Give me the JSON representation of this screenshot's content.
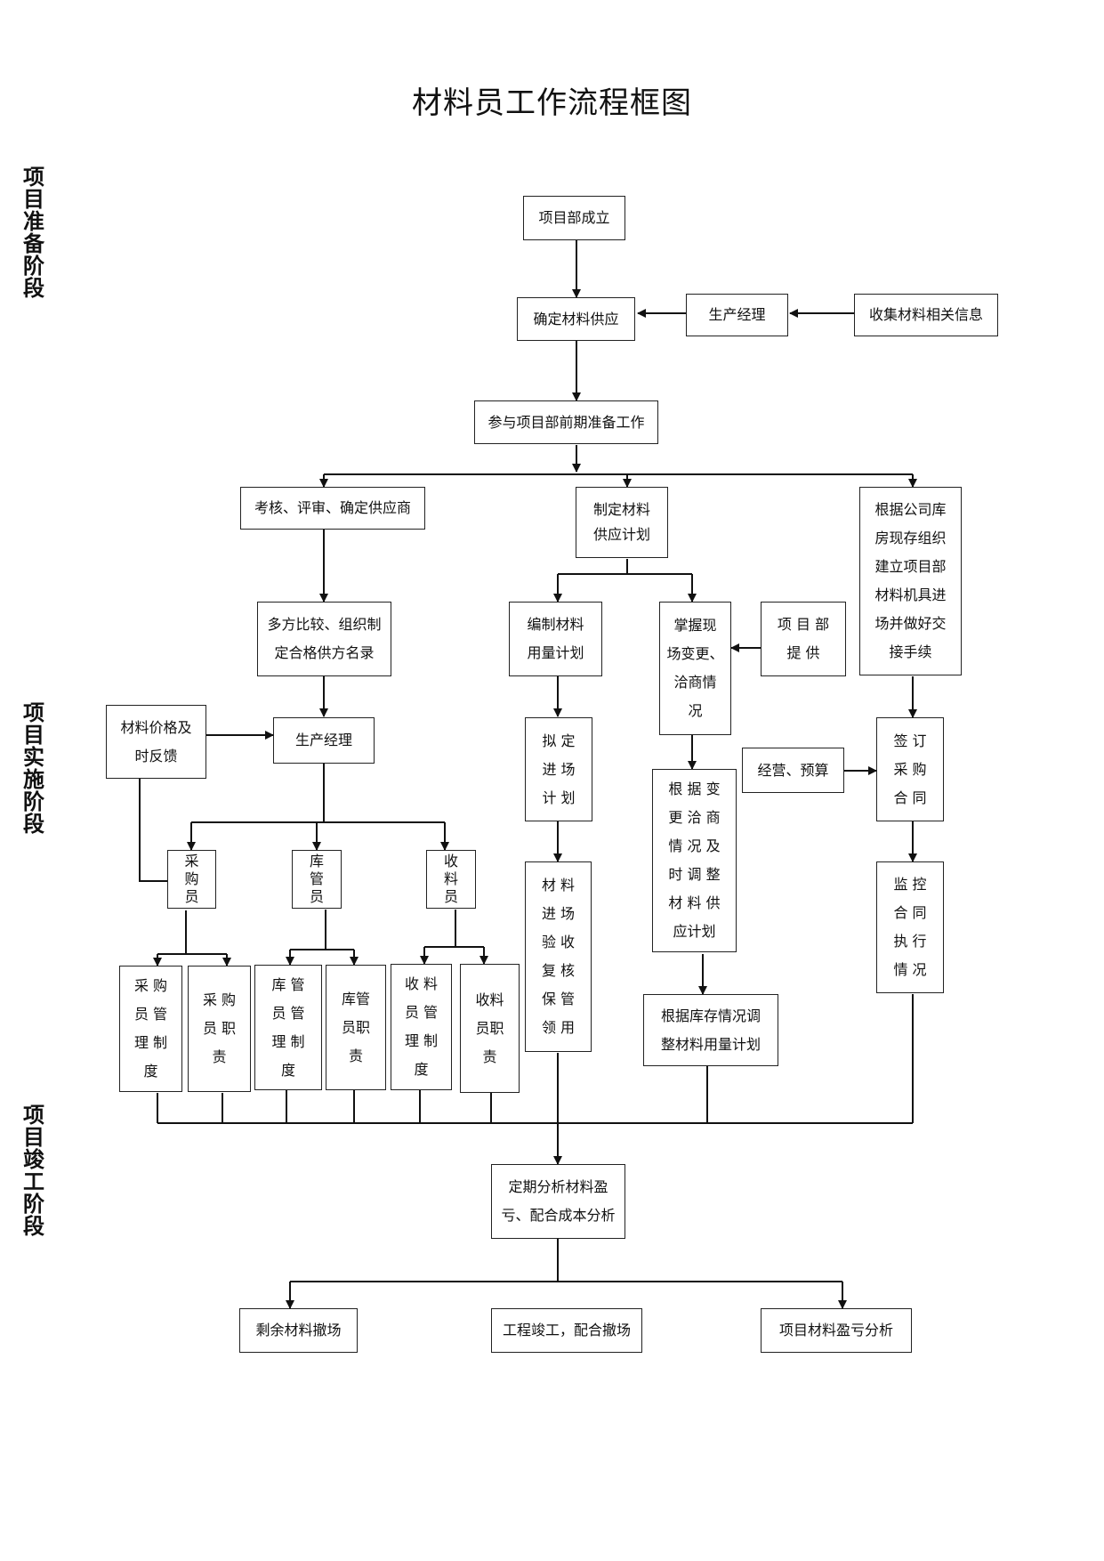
{
  "title": "材料员工作流程框图",
  "phases": {
    "prep": "项\n目\n准\n备\n阶\n段",
    "impl": "项\n目\n实\n施\n阶\n段",
    "done": "项\n目\n竣\n工\n阶\n段"
  },
  "nodes": {
    "n_setup": "项目部成立",
    "n_confirm": "确定材料供应",
    "n_pm1": "生产经理",
    "n_collect": "收集材料相关信息",
    "n_prework": "参与项目部前期准备工作",
    "n_evaluate": "考核、评审、确定供应商",
    "n_plan": "制定材料\n供应计划",
    "n_warehouse": "根据公司库\n房现存组织\n建立项目部\n材料机具进\n场并做好交\n接手续",
    "n_compare": "多方比较、组织制\n定合格供方名录",
    "n_usage": "编制材料\n用量计划",
    "n_grasp": "掌握现\n场变更、\n洽商情\n况",
    "n_projdept": "项 目 部\n提 供",
    "n_price": "材料价格及\n时反馈",
    "n_pm2": "生产经理",
    "n_entryplan": "拟  定\n进  场\n计  划",
    "n_adjust": "根 据 变\n更 洽 商\n情 况 及\n时 调 整\n材 料 供\n应计划",
    "n_ops": "经营、预算",
    "n_sign": "签  订\n采  购\n合  同",
    "n_buyer": "采\n购\n员",
    "n_keeper": "库\n管\n员",
    "n_receiver": "收\n料\n员",
    "n_inspect": "材  料\n进  场\n验  收\n复  核\n保  管\n领  用",
    "n_monitor": "监  控\n合  同\n执  行\n情  况",
    "n_buyer_sys": "采 购\n员 管\n理 制\n度",
    "n_buyer_duty": "采 购\n员 职\n责",
    "n_keeper_sys": "库  管\n员  管\n理  制\n度",
    "n_keeper_duty": "库管\n员职\n责",
    "n_recv_sys": "收 料\n员 管\n理 制\n度",
    "n_recv_duty": "收料\n员职\n责",
    "n_stock": "根据库存情况调\n整材料用量计划",
    "n_analyze": "定期分析材料盈\n亏、配合成本分析",
    "n_surplus": "剩余材料撤场",
    "n_complete": "工程竣工，配合撤场",
    "n_pnl": "项目材料盈亏分析"
  }
}
